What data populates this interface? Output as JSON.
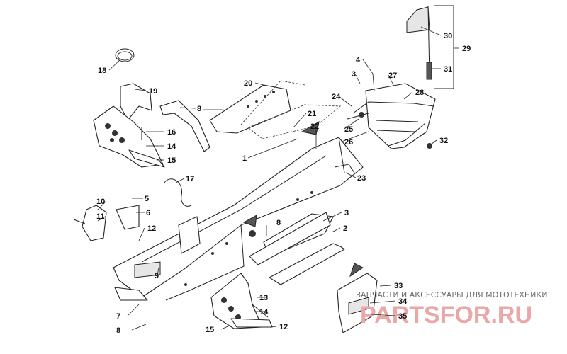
{
  "diagram": {
    "callouts": [
      {
        "id": "c30",
        "label": "30"
      },
      {
        "id": "c29",
        "label": "29"
      },
      {
        "id": "c31",
        "label": "31"
      },
      {
        "id": "c18",
        "label": "18"
      },
      {
        "id": "c4",
        "label": "4"
      },
      {
        "id": "c3a",
        "label": "3"
      },
      {
        "id": "c27",
        "label": "27"
      },
      {
        "id": "c28",
        "label": "28"
      },
      {
        "id": "c19",
        "label": "19"
      },
      {
        "id": "c20",
        "label": "20"
      },
      {
        "id": "c8a",
        "label": "8"
      },
      {
        "id": "c24",
        "label": "24"
      },
      {
        "id": "c21",
        "label": "21"
      },
      {
        "id": "c25",
        "label": "25"
      },
      {
        "id": "c16",
        "label": "16"
      },
      {
        "id": "c14a",
        "label": "14"
      },
      {
        "id": "c15a",
        "label": "15"
      },
      {
        "id": "c22",
        "label": "22"
      },
      {
        "id": "c26",
        "label": "26"
      },
      {
        "id": "c32",
        "label": "32"
      },
      {
        "id": "c1",
        "label": "1"
      },
      {
        "id": "c23",
        "label": "23"
      },
      {
        "id": "c17",
        "label": "17"
      },
      {
        "id": "c10",
        "label": "10"
      },
      {
        "id": "c5",
        "label": "5"
      },
      {
        "id": "c11",
        "label": "11"
      },
      {
        "id": "c6",
        "label": "6"
      },
      {
        "id": "c3b",
        "label": "3"
      },
      {
        "id": "c12a",
        "label": "12"
      },
      {
        "id": "c8b",
        "label": "8"
      },
      {
        "id": "c2",
        "label": "2"
      },
      {
        "id": "c9",
        "label": "9"
      },
      {
        "id": "c7",
        "label": "7"
      },
      {
        "id": "c13",
        "label": "13"
      },
      {
        "id": "c33",
        "label": "33"
      },
      {
        "id": "c34",
        "label": "34"
      },
      {
        "id": "c14b",
        "label": "14"
      },
      {
        "id": "c35",
        "label": "35"
      },
      {
        "id": "c8c",
        "label": "8"
      },
      {
        "id": "c15b",
        "label": "15"
      },
      {
        "id": "c12b",
        "label": "12"
      }
    ]
  },
  "watermark": {
    "caption": "ЗАПЧАСТИ И АКСЕССУАРЫ ДЛЯ МОТОТЕХНИКИ",
    "logo": "PARTSFOR.RU"
  },
  "colors": {
    "line": "#222222",
    "watermark_caption": "#6a6a6a",
    "watermark_logo": "#e9a7a7"
  }
}
